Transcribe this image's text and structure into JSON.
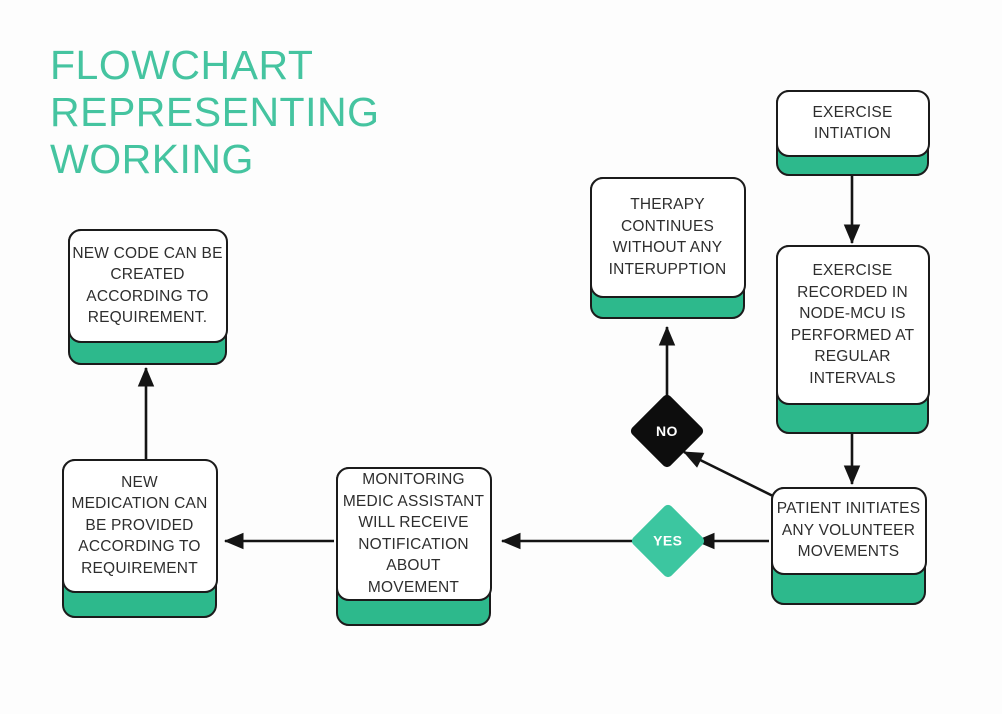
{
  "title": "FLOWCHART\nREPRESENTING\nWORKING",
  "colors": {
    "accent_teal": "#2DB98C",
    "title_teal": "#45c4a0",
    "diamond_yes": "#3cc6a0",
    "diamond_no": "#0d0d0d",
    "outline": "#1b1b1b",
    "text": "#2e2e2e",
    "background": "#fdfdfd"
  },
  "nodes": [
    {
      "id": "exercise-initiation",
      "label": "EXERCISE\nINTIATION"
    },
    {
      "id": "exercise-recorded",
      "label": "EXERCISE\nRECORDED IN\nNODE-MCU IS\nPERFORMED AT\nREGULAR\nINTERVALS"
    },
    {
      "id": "patient-initiates",
      "label": "PATIENT INITIATES\nANY VOLUNTEER\nMOVEMENTS"
    },
    {
      "id": "therapy-continues",
      "label": "THERAPY\nCONTINUES\nWITHOUT ANY\nINTERUPPTION"
    },
    {
      "id": "monitoring-medic-assistant",
      "label": "MONITORING\nMEDIC ASSISTANT\nWILL RECEIVE\nNOTIFICATION\nABOUT\nMOVEMENT"
    },
    {
      "id": "new-medication",
      "label": "NEW\nMEDICATION CAN\nBE PROVIDED\nACCORDING TO\nREQUIREMENT"
    },
    {
      "id": "new-code",
      "label": "NEW CODE CAN BE\nCREATED\nACCORDING TO\nREQUIREMENT."
    }
  ],
  "decisions": [
    {
      "id": "decision-no",
      "label": "NO"
    },
    {
      "id": "decision-yes",
      "label": "YES"
    }
  ]
}
